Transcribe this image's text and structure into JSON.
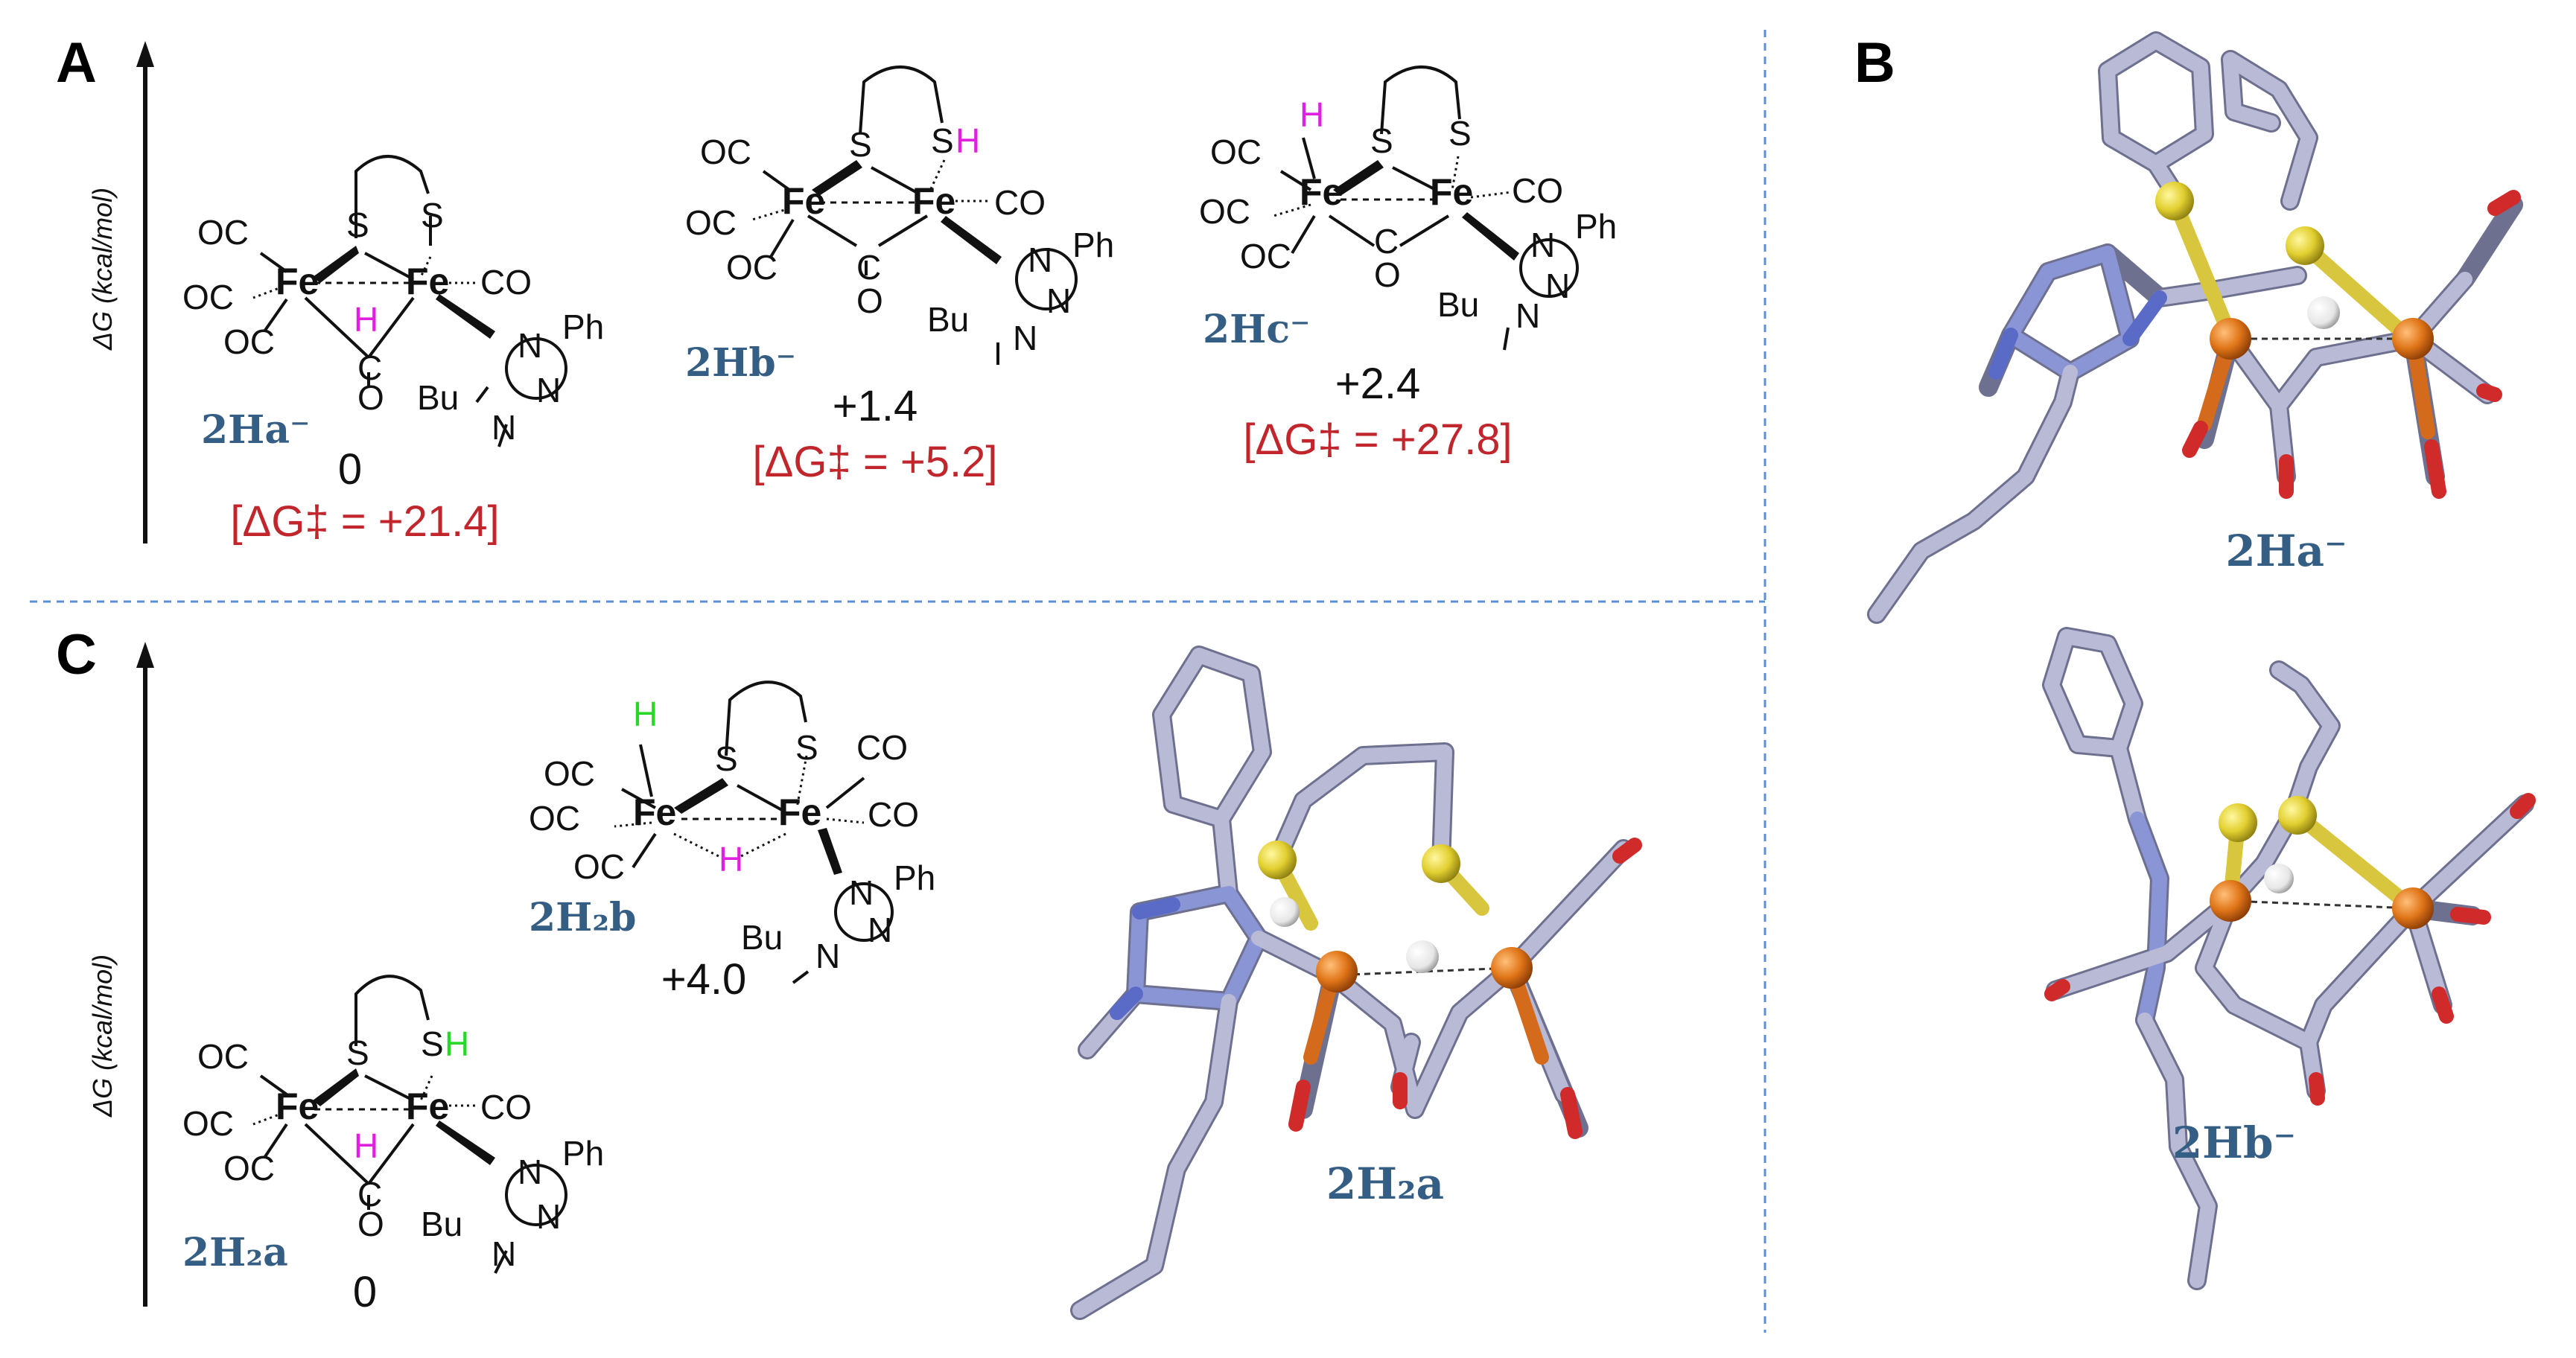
{
  "panels": {
    "A": {
      "label": "A",
      "axis_label": "ΔG (kcal/mol)",
      "compounds": [
        {
          "name": "2Ha⁻",
          "energy": "0",
          "barrier": "[ΔG‡ = +21.4]"
        },
        {
          "name": "2Hb⁻",
          "energy": "+1.4",
          "barrier": "[ΔG‡ = +5.2]"
        },
        {
          "name": "2Hc⁻",
          "energy": "+2.4",
          "barrier": "[ΔG‡ = +27.8]"
        }
      ]
    },
    "B": {
      "label": "B",
      "models": [
        {
          "name": "2Ha⁻"
        },
        {
          "name": "2Hb⁻"
        }
      ]
    },
    "C": {
      "label": "C",
      "axis_label": "ΔG (kcal/mol)",
      "compounds": [
        {
          "name": "2H₂a",
          "energy": "0"
        },
        {
          "name": "2H₂b",
          "energy": "+4.0"
        }
      ],
      "model_name": "2H₂a"
    }
  },
  "atom_labels": {
    "co": "CO",
    "oc": "OC",
    "fe": "Fe",
    "s": "S",
    "h": "H",
    "c": "C",
    "o": "O",
    "n": "N",
    "ph": "Ph",
    "bu": "Bu"
  },
  "colors": {
    "hydride_magenta": "#e020e0",
    "hydride_green": "#28d828",
    "compound_blue": "#355e84",
    "barrier_red": "#c0262b",
    "divider_blue": "#5b8fd6",
    "iron_orange": "#d36a1c",
    "sulfur_yellow": "#e6d23a"
  }
}
